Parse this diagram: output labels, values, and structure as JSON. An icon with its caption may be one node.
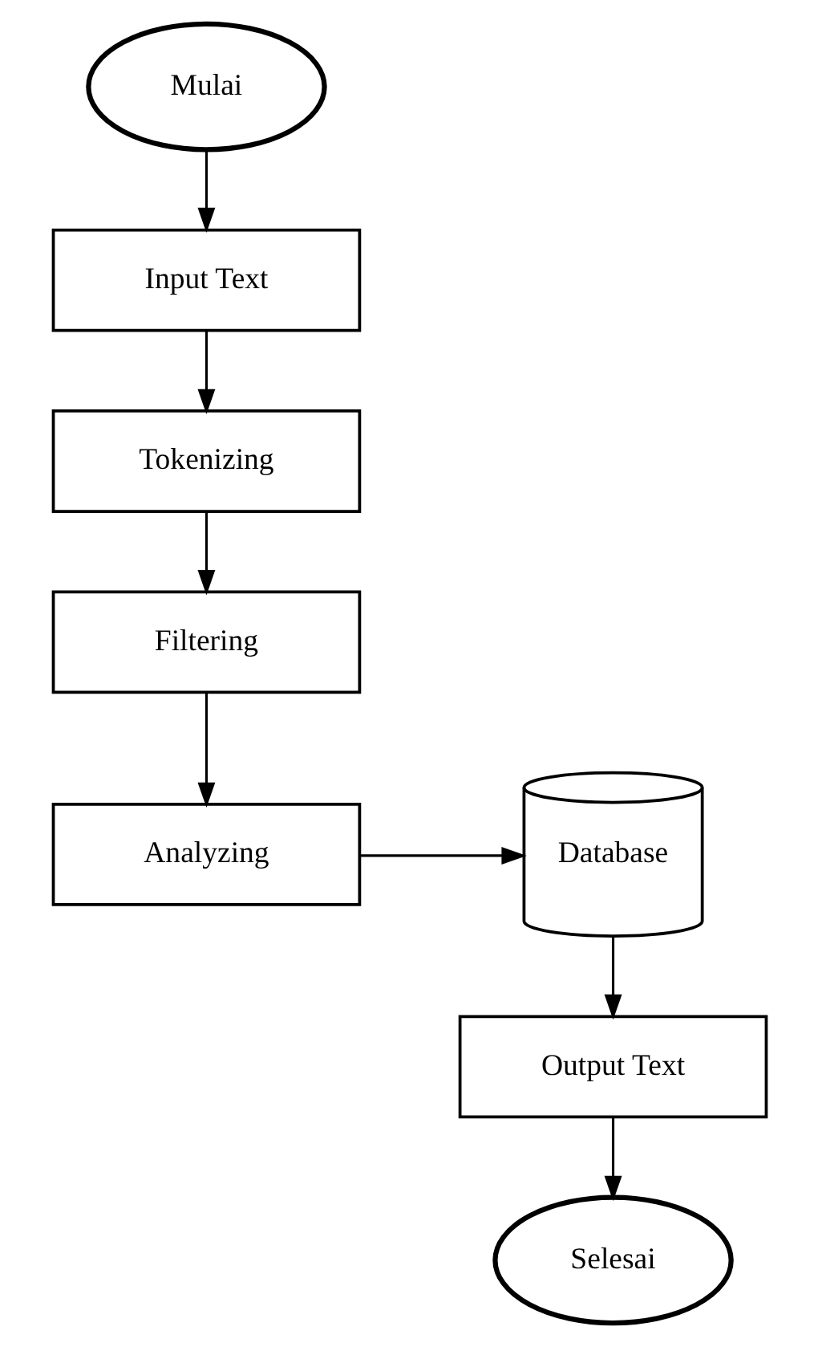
{
  "diagram": {
    "nodes": [
      {
        "text": [
          "Mulai"
        ]
      },
      {
        "text": [
          "Input Text"
        ]
      },
      {
        "text": [
          "Tokenizing"
        ]
      },
      {
        "text": [
          "Filtering"
        ]
      },
      {
        "text": [
          "Analyzing"
        ]
      },
      {
        "text": [
          "Database"
        ]
      },
      {
        "text": [
          "Output Text"
        ]
      },
      {
        "text": [
          "Selesai"
        ]
      }
    ],
    "edges": [
      {
        "from": 0,
        "to": 1,
        "arrow": "to"
      },
      {
        "from": 1,
        "to": 2,
        "arrow": "to"
      },
      {
        "from": 2,
        "to": 3,
        "arrow": "to"
      },
      {
        "from": 3,
        "to": 4,
        "arrow": "to"
      },
      {
        "from": 4,
        "to": 5,
        "arrow": "to"
      },
      {
        "from": 5,
        "to": 6,
        "arrow": "to"
      },
      {
        "from": 6,
        "to": 7,
        "arrow": "to"
      }
    ]
  }
}
